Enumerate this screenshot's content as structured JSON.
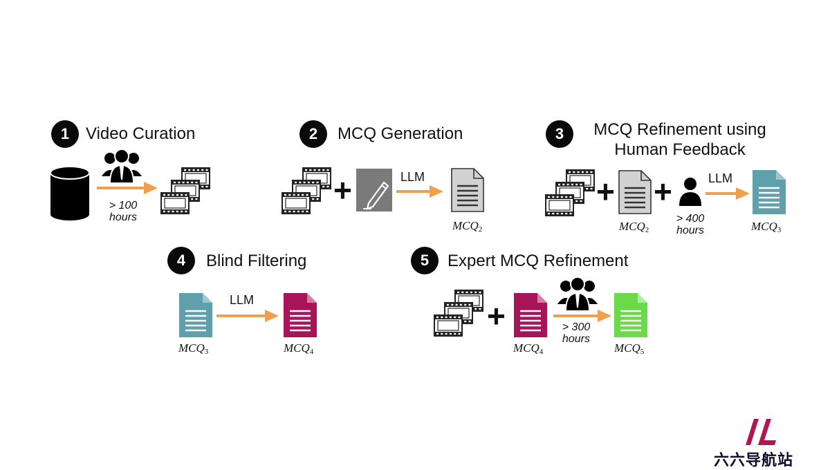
{
  "steps": [
    {
      "num": "1",
      "title": "Video Curation",
      "hours": "> 100",
      "hours_unit": "hours"
    },
    {
      "num": "2",
      "title": "MCQ Generation",
      "arrow_label": "LLM",
      "output": {
        "base": "MCQ",
        "sub": "2"
      }
    },
    {
      "num": "3",
      "title_line1": "MCQ Refinement using",
      "title_line2": "Human Feedback",
      "input": {
        "base": "MCQ",
        "sub": "2"
      },
      "hours": "> 400",
      "hours_unit": "hours",
      "arrow_label": "LLM",
      "output": {
        "base": "MCQ",
        "sub": "3"
      }
    },
    {
      "num": "4",
      "title": "Blind Filtering",
      "arrow_label": "LLM",
      "input": {
        "base": "MCQ",
        "sub": "3"
      },
      "output": {
        "base": "MCQ",
        "sub": "4"
      }
    },
    {
      "num": "5",
      "title": "Expert MCQ Refinement",
      "hours": "> 300",
      "hours_unit": "hours",
      "input": {
        "base": "MCQ",
        "sub": "4"
      },
      "output": {
        "base": "MCQ",
        "sub": "5"
      }
    }
  ],
  "plus_sign": "+",
  "watermark": "六六导航站",
  "colors": {
    "arrow": "#f0a04b",
    "doc_gray": "#d2d2d2",
    "doc_teal": "#5fa0ac",
    "doc_magenta": "#a8145a",
    "doc_green": "#6bd94a",
    "writer_gray": "#7a7a7a",
    "logo_magenta": "#b3174f"
  }
}
